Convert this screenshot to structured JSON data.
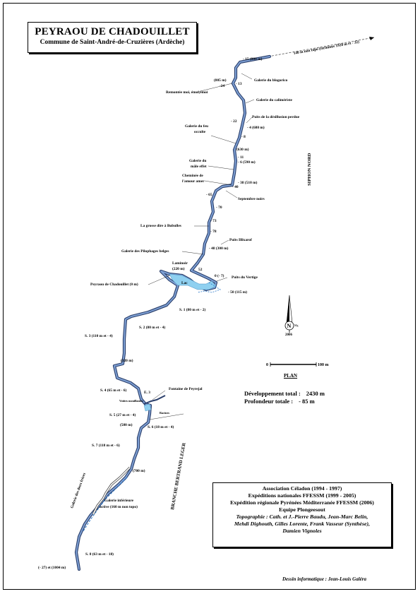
{
  "title": "PEYRAOU DE CHADOUILLET",
  "subtitle": "Commune de Saint-André-de-Cruzières (Ardèche)",
  "annotations": {
    "non_topo_top": "140 m non topo (terminus 1920 m et - 32)",
    "siphon_nord": "SIPHON NORD",
    "branche": "BRANCHE BERTRAND LEGER",
    "galerie_deux_freres": "Galerie des deux frères"
  },
  "labels": [
    {
      "id": "l1",
      "text": "- 15 (880 m)"
    },
    {
      "id": "l2",
      "text": "Galerie du blogorico"
    },
    {
      "id": "l3",
      "text": "(805 m)"
    },
    {
      "id": "l4",
      "text": "-24"
    },
    {
      "id": "l5",
      "text": "- 13"
    },
    {
      "id": "l6",
      "text": "Remontée moi, émoi,émoi"
    },
    {
      "id": "l7",
      "text": "Galerie du calimériste"
    },
    {
      "id": "l8",
      "text": "Puits de la désillusion perdue"
    },
    {
      "id": "l9",
      "text": "- 22"
    },
    {
      "id": "l10",
      "text": "- 4  (680 m)"
    },
    {
      "id": "l11",
      "text": "Galerie du feu"
    },
    {
      "id": "l12",
      "text": "occulte"
    },
    {
      "id": "l13",
      "text": "- 8"
    },
    {
      "id": "l14",
      "text": "(630 m)"
    },
    {
      "id": "l15",
      "text": "- 11"
    },
    {
      "id": "l16",
      "text": "Galerie du"
    },
    {
      "id": "l17",
      "text": "mâle effet"
    },
    {
      "id": "l18",
      "text": "- 6  (590 m)"
    },
    {
      "id": "l19",
      "text": "Cheminée de"
    },
    {
      "id": "l20",
      "text": "l'amour amer"
    },
    {
      "id": "l21",
      "text": "- 38  (510 m)"
    },
    {
      "id": "l22",
      "text": "- 40"
    },
    {
      "id": "l23",
      "text": "- 65"
    },
    {
      "id": "l24",
      "text": "Septembre noirs"
    },
    {
      "id": "l25",
      "text": "- 70"
    },
    {
      "id": "l26",
      "text": "La grosse dire à Bubulles"
    },
    {
      "id": "l27",
      "text": "- 73"
    },
    {
      "id": "l28",
      "text": "- 78"
    },
    {
      "id": "l29",
      "text": "Puits Illixarof"
    },
    {
      "id": "l30",
      "text": "Galerie des Pilophages belges"
    },
    {
      "id": "l31",
      "text": "- 48  (300 m)"
    },
    {
      "id": "l32",
      "text": "Laminoir"
    },
    {
      "id": "l33",
      "text": "(220 m)"
    },
    {
      "id": "l34",
      "text": "52"
    },
    {
      "id": "l35",
      "text": "0   (- 7)"
    },
    {
      "id": "l36",
      "text": "Puits du Vertige"
    },
    {
      "id": "l37",
      "text": "Peyraou de Chadouillet (0 m)"
    },
    {
      "id": "l38",
      "text": "Lac"
    },
    {
      "id": "l39",
      "text": "- 50  (115 m)"
    },
    {
      "id": "l40",
      "text": "S. 1 (80 m et - 2)"
    },
    {
      "id": "l41",
      "text": "S. 2 (80 m et - 4)"
    },
    {
      "id": "l42",
      "text": "S. 3 (110 m et - 4)"
    },
    {
      "id": "l43",
      "text": "(320 m)"
    },
    {
      "id": "l44",
      "text": "S. 4 (65 m et - 6)"
    },
    {
      "id": "l45",
      "text": "E. 3"
    },
    {
      "id": "l46",
      "text": "Fontaine de Peyrejal"
    },
    {
      "id": "l47",
      "text": "Voûtes mouillantes"
    },
    {
      "id": "l48",
      "text": "S. 5 (27 m et - 4)"
    },
    {
      "id": "l49",
      "text": "Racines"
    },
    {
      "id": "l50",
      "text": "(580 m)"
    },
    {
      "id": "l51",
      "text": "S. 6 (18 m et - 4)"
    },
    {
      "id": "l52",
      "text": "S. 7 (118 m et - 6)"
    },
    {
      "id": "l53",
      "text": "(700 m)"
    },
    {
      "id": "l54",
      "text": "Galerie inférieure"
    },
    {
      "id": "l55",
      "text": "active (160 m non topo)"
    },
    {
      "id": "l56",
      "text": "S. 8 (63 m et - 18)"
    },
    {
      "id": "l57",
      "text": "(- 27) et (1004 m)"
    }
  ],
  "north": {
    "letter": "N",
    "sub": "Mg",
    "year": "2006"
  },
  "scale": {
    "start": "0",
    "end": "100 m",
    "label": "PLAN"
  },
  "stats": {
    "dev_label": "Développement total :",
    "dev_value": "2430 m",
    "depth_label": "Profondeur totale :",
    "depth_value": "- 85 m"
  },
  "credits": {
    "line1": "Association Céladon (1994 - 1997)",
    "line2": "Expéditions nationales FFESSM (1999 - 2005)",
    "line3": "Expédition régionale Pyrénées Méditerranée FFESSM (2006)",
    "line4": "Equipe Plongeesout",
    "line5": "Topographie : Cath. et J.-Pierre Baudu, Jean-Marc Belin,",
    "line6": "Mehdi Dighouth, Gilles Lorente, Frank Vasseur (Synthèse),",
    "line7": "Damien Vignoles"
  },
  "drawing_credit": "Dessin informatique : Jean-Louis Galéra",
  "colors": {
    "passage_fill": "#6f8fc0",
    "passage_edge": "#2b3f6b",
    "water": "#8fd0f0",
    "dashed": "#2a78c8"
  }
}
